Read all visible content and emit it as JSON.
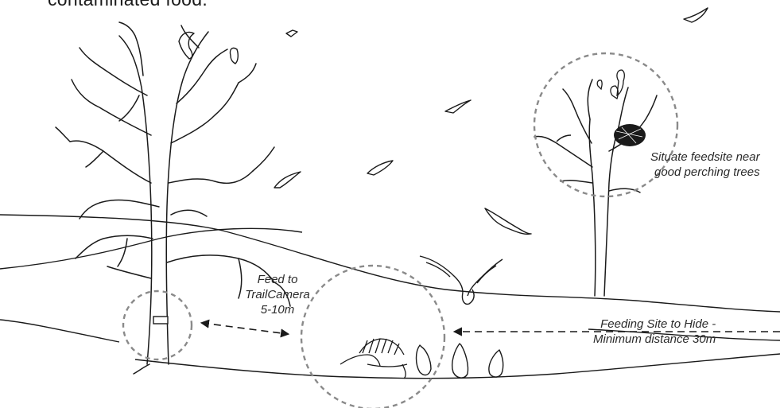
{
  "header": {
    "text": "contaminated food."
  },
  "labels": {
    "perch": [
      "Situate feedsite near",
      "good perching trees"
    ],
    "camera": [
      "Feed to",
      "TrailCamera",
      "5-10m"
    ],
    "hide": [
      "Feeding Site to Hide -",
      "Minimum distance 30m"
    ]
  },
  "colors": {
    "ink": "#1a1a1a",
    "dash_circle": "#8a8a8a"
  }
}
